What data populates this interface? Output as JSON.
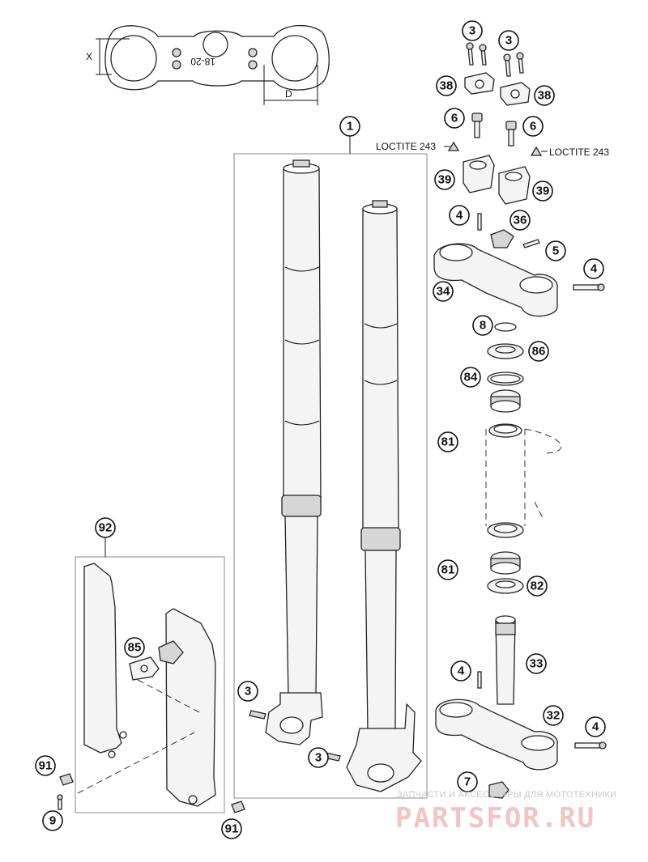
{
  "labels": {
    "dim_x": "X",
    "dim_d": "D",
    "clamp_text": "18-20",
    "loctite_left": "LOCTITE 243",
    "loctite_right": "LOCTITE 243"
  },
  "callouts": {
    "c1": "1",
    "c3a": "3",
    "c3b": "3",
    "c3c": "3",
    "c3d": "3",
    "c38a": "38",
    "c38b": "38",
    "c6a": "6",
    "c6b": "6",
    "c39a": "39",
    "c39b": "39",
    "c4a": "4",
    "c36": "36",
    "c5": "5",
    "c34": "34",
    "c4b": "4",
    "c8": "8",
    "c86": "86",
    "c84": "84",
    "c81a": "81",
    "c81b": "81",
    "c82": "82",
    "c92": "92",
    "c85": "85",
    "c4c": "4",
    "c33": "33",
    "c32": "32",
    "c4d": "4",
    "c91a": "91",
    "c9": "9",
    "c7": "7",
    "c91b": "91"
  },
  "watermark": {
    "caption": "ЗАПЧАСТИ И АКСЕССУАРЫ ДЛЯ МОТОТЕХНИКИ",
    "brand": "PARTSFOR.RU"
  }
}
